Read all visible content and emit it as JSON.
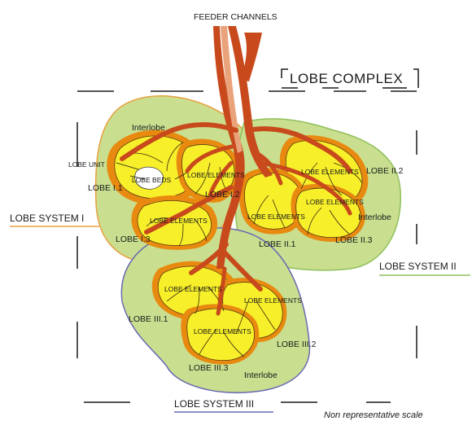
{
  "labels": {
    "feeder_channels": "FEEDER CHANNELS",
    "lobe_complex": "LOBE COMPLEX",
    "interlobe_1": "Interlobe",
    "interlobe_2": "Interlobe",
    "interlobe_3": "Interlobe",
    "lobe_unit": "LOBE UNIT",
    "lobe_beds": "LOBE BEDS",
    "lobe_i1": "LOBE I.1",
    "lobe_i2": "LOBE I.2",
    "lobe_i3": "LOBE I.3",
    "lobe_ii1": "LOBE II.1",
    "lobe_ii2": "LOBE II.2",
    "lobe_ii3": "LOBE II.3",
    "lobe_iii1": "LOBE III.1",
    "lobe_iii2": "LOBE III.2",
    "lobe_iii3": "LOBE III.3",
    "lobe_elements_1": "LOBE ELEMENTS",
    "lobe_elements_2": "LOBE ELEMENTS",
    "lobe_elements_3": "LOBE ELEMENTS",
    "lobe_elements_4": "LOBE ELEMENTS",
    "lobe_elements_5": "LOBE ELEMENTS",
    "lobe_elements_6": "LOBE ELEMENTS",
    "lobe_elements_7": "LOBE ELEMENTS",
    "lobe_elements_8": "LOBE ELEMENTS",
    "lobe_system_1": "LOBE SYSTEM I",
    "lobe_system_2": "LOBE SYSTEM II",
    "lobe_system_3": "LOBE SYSTEM III",
    "scale_note": "Non representative scale"
  },
  "colors": {
    "interlobe_fill": "#c9df8f",
    "interlobe_stroke": "#8fbf5a",
    "system_1_outline": "#e8a040",
    "system_3_outline": "#6a6ab0",
    "lobe_fill": "#f7ef2a",
    "lobe_rim": "#e88a10",
    "channel": "#c84a1c",
    "system_1_underline": "#e8a040",
    "system_2_underline": "#8fbf5a",
    "system_3_underline": "#6a6ab0"
  }
}
